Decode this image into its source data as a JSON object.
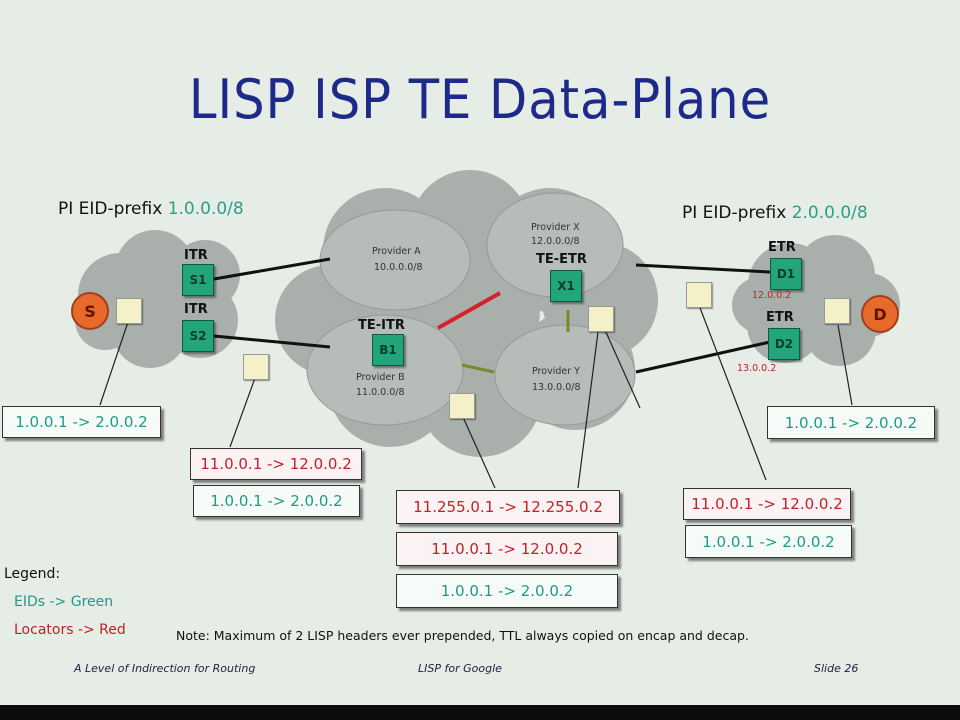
{
  "slide": {
    "title": "LISP ISP TE Data-Plane",
    "left_prefix": {
      "label": "PI EID-prefix",
      "value": "1.0.0.0/8"
    },
    "right_prefix": {
      "label": "PI EID-prefix",
      "value": "2.0.0.0/8"
    },
    "hosts": {
      "source": "S",
      "destination": "D"
    },
    "routers": {
      "itr_label_1": "ITR",
      "itr_label_2": "ITR",
      "s1": "S1",
      "s2": "S2",
      "te_itr_label": "TE-ITR",
      "b1": "B1",
      "te_etr_label": "TE-ETR",
      "x1": "X1",
      "etr_label_1": "ETR",
      "etr_label_2": "ETR",
      "d1": "D1",
      "d2": "D2",
      "d1_locator": "12.0.0.2",
      "d2_locator": "13.0.0.2"
    },
    "providers": {
      "a_name": "Provider A",
      "a_prefix": "10.0.0.0/8",
      "b_name": "Provider B",
      "b_prefix": "11.0.0.0/8",
      "x_name": "Provider X",
      "x_prefix": "12.0.0.0/8",
      "y_name": "Provider Y",
      "y_prefix": "13.0.0.0/8"
    },
    "packets": {
      "left_inner": "1.0.0.1 -> 2.0.0.2",
      "mid_left_outer": "11.0.0.1 -> 12.0.0.2",
      "mid_left_inner": "1.0.0.1 -> 2.0.0.2",
      "center_outer": "11.255.0.1 -> 12.255.0.2",
      "center_middle": "11.0.0.1 -> 12.0.0.2",
      "center_inner": "1.0.0.1 -> 2.0.0.2",
      "right_outer": "11.0.0.1 -> 12.0.0.2",
      "right_inner": "1.0.0.1 -> 2.0.0.2",
      "far_right_inner": "1.0.0.1 -> 2.0.0.2"
    },
    "legend": {
      "title": "Legend:",
      "eids": "EIDs -> Green",
      "locators": "Locators -> Red"
    },
    "note": "Note: Maximum of 2 LISP headers ever prepended, TTL always copied on encap and decap.",
    "footer": {
      "left": "A Level of Indirection for Routing",
      "center": "LISP for Google",
      "right": "Slide 26"
    },
    "colors": {
      "eid": "#1f9a8a",
      "locator": "#c0212a",
      "title": "#1e2a8a",
      "cloud": "#a9afab",
      "router": "#22a57a"
    }
  }
}
